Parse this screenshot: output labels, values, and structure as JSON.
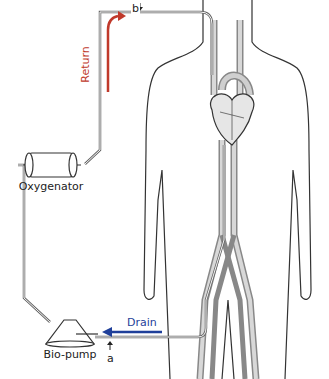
{
  "diagram": {
    "nodes": [
      {
        "text": [
          "Oxygenator"
        ]
      },
      {
        "text": [
          "Bio-pump"
        ]
      }
    ],
    "edges": [
      {
        "from": 1,
        "to": 0,
        "arrow": "none"
      }
    ],
    "labels": [
      "b",
      "Return",
      "Drain",
      "a"
    ]
  }
}
